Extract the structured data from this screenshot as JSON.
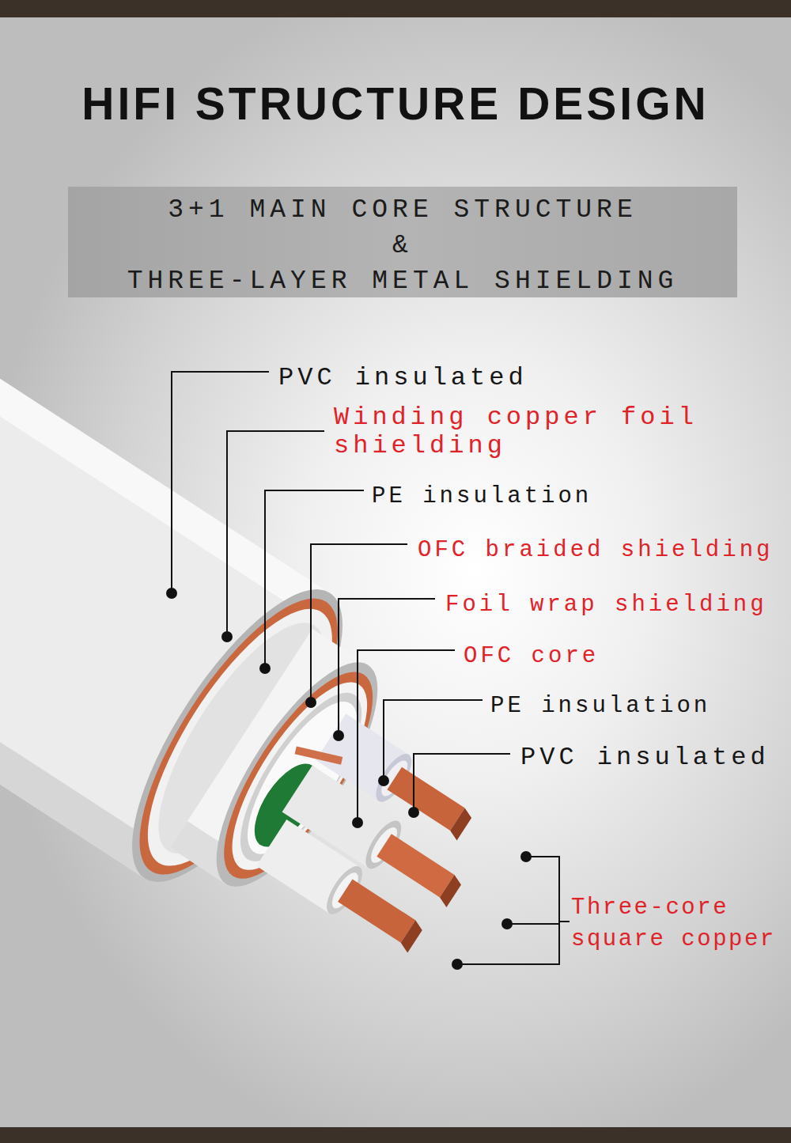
{
  "diagram": {
    "title": "HIFI STRUCTURE DESIGN",
    "nodes": [
      {
        "text": [
          "3+1 MAIN CORE STRUCTURE",
          "&",
          "THREE-LAYER METAL SHIELDING"
        ]
      }
    ],
    "labels": [
      "PVC insulated",
      "Winding copper foil shielding",
      "PE insulation",
      "OFC braided shielding",
      "Foil wrap shielding",
      "OFC core",
      "PE insulation",
      "PVC insulated",
      "Three-core square copper"
    ]
  }
}
